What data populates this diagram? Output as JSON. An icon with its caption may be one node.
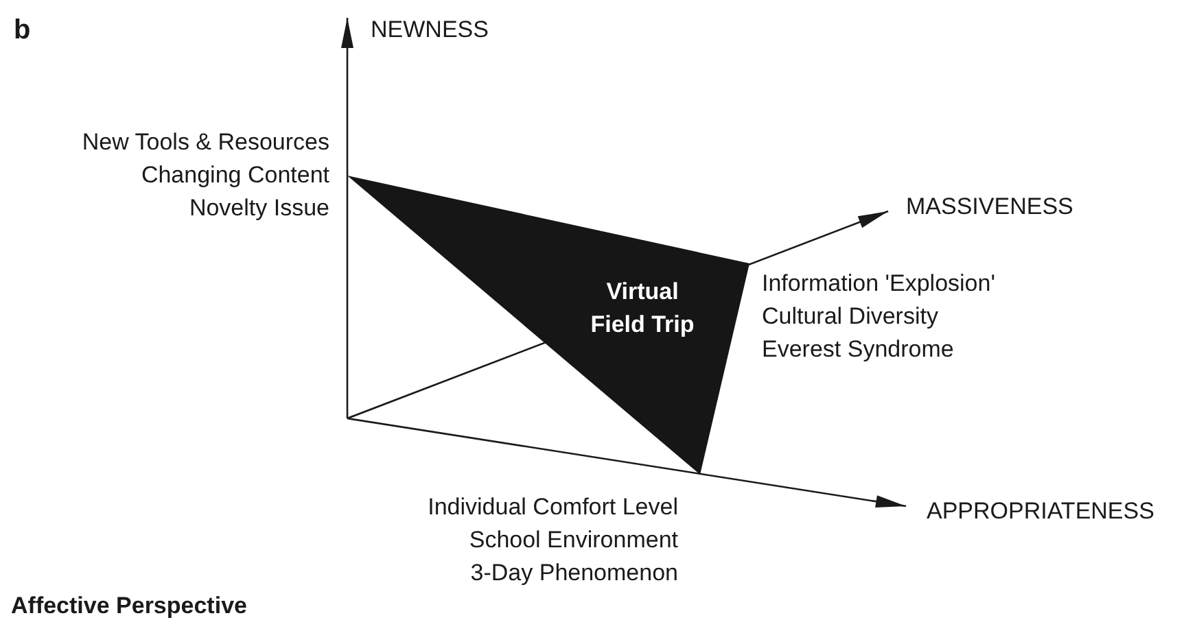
{
  "diagram": {
    "caption": "Affective Perspective",
    "nodes": [
      {
        "text": [
          "Virtual Field Trip"
        ]
      }
    ],
    "labels": [
      "b",
      "NEWNESS",
      "New Tools & Resources",
      "Changing Content",
      "Novelty Issue",
      "MASSIVENESS",
      "Information 'Explosion'",
      "Cultural Diversity",
      "Everest Syndrome",
      "Individual Comfort Level",
      "School Environment",
      "3-Day Phenomenon",
      "APPROPRIATENESS"
    ]
  }
}
